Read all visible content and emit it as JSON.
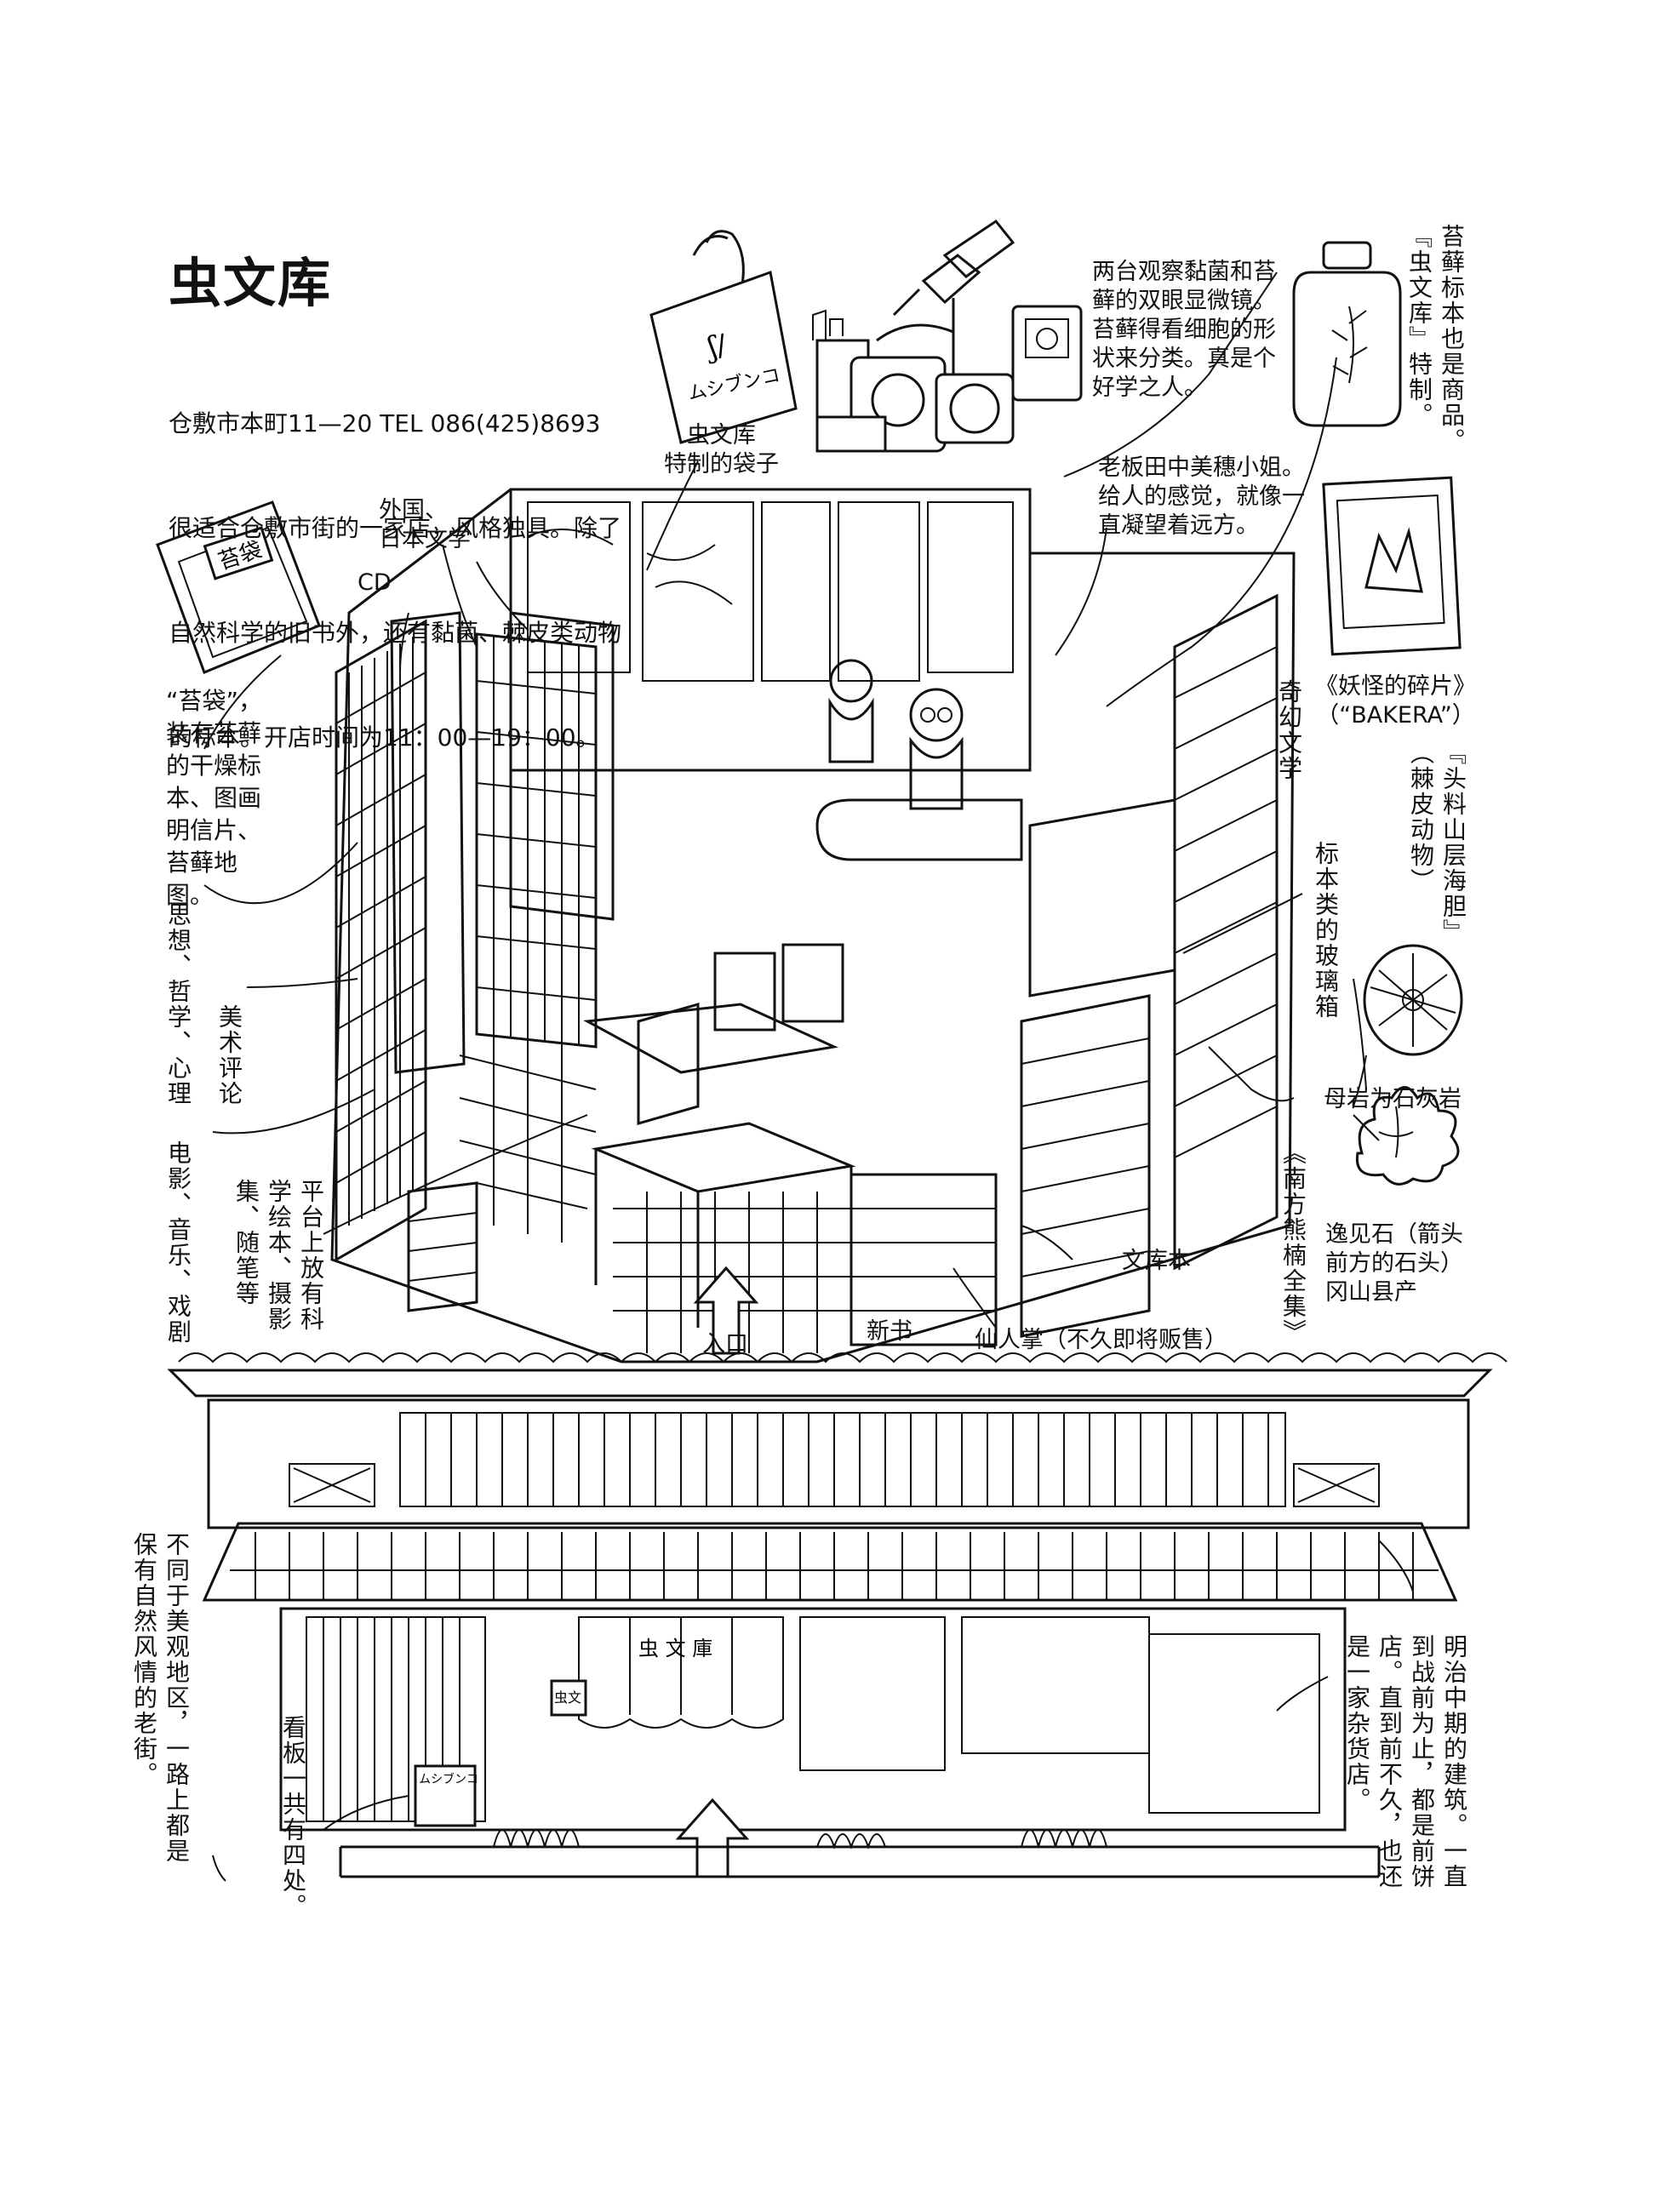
{
  "page": {
    "title": "虫文库",
    "intro_lines": [
      "仓敷市本町11—20 TEL 086(425)8693",
      "很适合仓敷市街的一家店，风格独具。除了",
      "自然科学的旧书外，还有黏菌、棘皮类动物",
      "的标本。开店时间为11：00—19：00。"
    ]
  },
  "labels": {
    "bag": "虫文库\n特制的袋子",
    "microscope": "两台观察黏菌和苔\n藓的双眼显微镜。\n苔藓得看细胞的形\n状来分类。真是个\n好学之人。",
    "moss_specimen": "苔藓标本也是商品。\n『虫文库』特制。",
    "owner": "老板田中美穗小姐。\n给人的感觉，就像一\n直凝望着远方。",
    "foreign_lit": "外国、\n日本文学",
    "cd": "CD",
    "moss_bag": "“苔袋”，\n装有苔藓\n的干燥标\n本、图画\n明信片、\n苔藓地\n图。",
    "fantasy_lit": "奇幻文学",
    "yokai": "《妖怪的碎片》\n（“BAKERA”）",
    "urchin": "『头料山层海胆』\n（棘皮动物）",
    "glass_case": "标本类的玻璃箱",
    "thought": "思想、哲学、心理",
    "art": "美术评论",
    "limestone": "母岩为石灰岩",
    "itsumi_stone": "逸见石（箭头\n前方的石头）\n冈山县产",
    "film": "电影、音乐、戏剧",
    "platform": "平台上放有科\n学绘本、摄影\n集、随笔等",
    "minakata": "《南方熊楠全集》",
    "bunkobon": "文库本",
    "entrance": "入口",
    "new_books": "新书",
    "cactus": "仙人掌（不久即将贩售）",
    "old_street": "不同于美观地区，一路上都是\n保有自然风情的老街。",
    "signboard": "看板一共有四处。",
    "meiji": "明治中期的建筑。一直\n到战前为止，都是前饼\n店。直到前不久，也还\n是一家杂货店。"
  },
  "drawing_text": {
    "bag_logo": "ムシブンコ",
    "moss_bag_item": "苔袋",
    "sign": "ムシブンコ",
    "plate": "虫文",
    "curtain": "虫 文 庫"
  }
}
